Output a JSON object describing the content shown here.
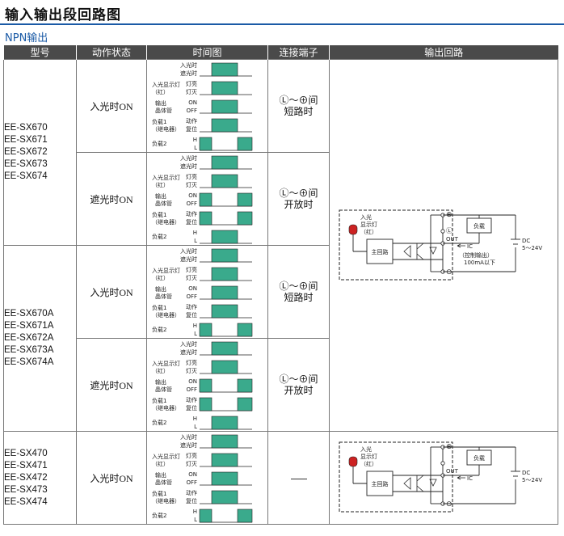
{
  "page": {
    "title": "输入输出段回路图",
    "subtitle": "NPN输出"
  },
  "table": {
    "headers": [
      "型号",
      "动作状态",
      "时间图",
      "连接端子",
      "输出回路"
    ],
    "groups": [
      {
        "models": [
          "EE-SX670",
          "EE-SX671",
          "EE-SX672",
          "EE-SX673",
          "EE-SX674"
        ]
      },
      {
        "models": [
          "EE-SX670A",
          "EE-SX671A",
          "EE-SX672A",
          "EE-SX673A",
          "EE-SX674A"
        ]
      },
      {
        "models": [
          "EE-SX470",
          "EE-SX471",
          "EE-SX472",
          "EE-SX473",
          "EE-SX474"
        ]
      }
    ],
    "states": {
      "light_on": "入光时ON",
      "dark_on": "遮光时ON"
    },
    "terminals": {
      "symbol_l": "Ⓛ",
      "tilde": "～",
      "symbol_plus": "⊕",
      "between": "间",
      "short": "短路时",
      "open": "开放时",
      "none": "—"
    }
  },
  "timing_labels": {
    "light_in": "入光时",
    "light_block": "遮光时",
    "indicator": "入光显示灯",
    "indicator_red": "（红）",
    "lamp_on": "灯亮",
    "lamp_off": "灯灭",
    "output": "输出",
    "transistor": "晶体管",
    "on": "ON",
    "off": "OFF",
    "load1": "负载1",
    "relay": "（继电器）",
    "operate": "动作",
    "reset": "复位",
    "load2": "负载2",
    "high": "H",
    "low": "L"
  },
  "circuit": {
    "indicator": "入光",
    "indicator2": "显示灯",
    "indicator_red": "（红）",
    "main_circuit": "主回路",
    "load": "负载",
    "out": "OUT",
    "ic": "IC",
    "control_output": "（控制输出）",
    "limit": "100mA以下",
    "dc": "DC",
    "voltage": "5～24V",
    "plus": "⊕",
    "minus": "⊖",
    "l_terminal": "Ⓛ"
  },
  "colors": {
    "signal_fill": "#3aaa8c",
    "header_bg": "#4a4a4a",
    "accent": "#1a5aa6",
    "indicator_led": "#cc2222"
  }
}
